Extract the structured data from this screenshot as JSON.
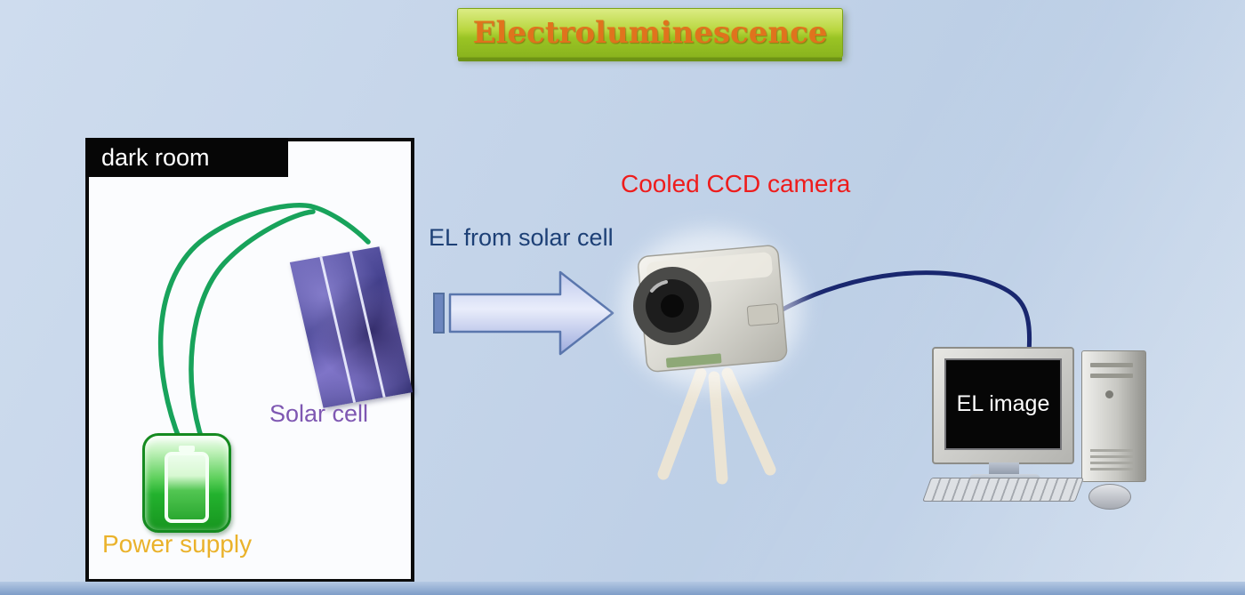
{
  "title": {
    "text": "Electroluminescence"
  },
  "dark_room": {
    "label": "dark room",
    "solar_cell_label": "Solar cell",
    "power_supply_label": "Power supply"
  },
  "flow": {
    "arrow_label": "EL from solar cell"
  },
  "camera": {
    "label": "Cooled CCD camera"
  },
  "computer": {
    "screen_label": "EL image"
  },
  "colors": {
    "background": "#c4d4e9",
    "banner_green": "#a3c82e",
    "title_text": "#e0731d",
    "dark_room_bar": "#060606",
    "solar_cell_label": "#7e57b2",
    "power_supply_label": "#eab22b",
    "arrow_label": "#1d4076",
    "camera_label": "#ee1c1c",
    "wire_green": "#18a35b",
    "cable_navy": "#19276f",
    "arrow_fill": "#dfe5f8",
    "screen_background": "#060606",
    "screen_text": "#ffffff"
  }
}
